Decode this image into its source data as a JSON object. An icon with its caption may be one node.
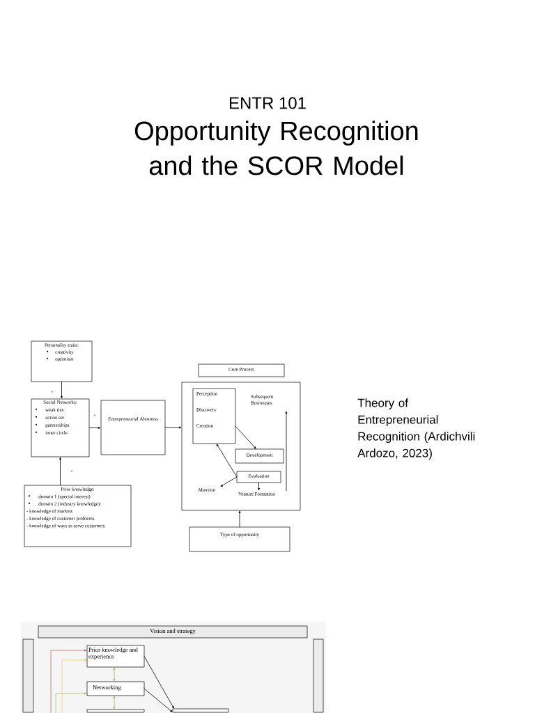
{
  "diagram": {
    "title": "Opportunity Recognition and the SCOR Model",
    "nodes": [
      {
        "text": [
          "Personality traits:",
          "creativity",
          "optimism"
        ]
      },
      {
        "text": [
          "Social Networks:",
          "weak ties",
          "action set",
          "partnerships",
          "inner circle"
        ]
      },
      {
        "text": [
          "Entrepreneurial Alertness"
        ]
      },
      {
        "text": [
          "Prior knowledge:",
          "domain 1 (special interest)",
          "domain 2 (industry knowledge):",
          "- knowledge of markets",
          "- knowledge of customer problems",
          "- knowledge of ways to serve customers"
        ]
      },
      {
        "text": [
          "Core Process"
        ]
      },
      {
        "text": [],
        "shape": "box"
      },
      {
        "text": [
          "Perception",
          "Discovery",
          "Creation"
        ],
        "in": 5
      },
      {
        "text": [
          "Subsequent Businesses"
        ],
        "in": 5
      },
      {
        "text": [
          "Development"
        ],
        "in": 5
      },
      {
        "text": [
          "Evaluation"
        ],
        "in": 5
      },
      {
        "text": [
          "Abortion"
        ],
        "in": 5
      },
      {
        "text": [
          "Venture Formation"
        ],
        "in": 5
      },
      {
        "text": [
          "Type of opportunity"
        ]
      },
      {
        "text": [
          "Vision and strategy"
        ]
      },
      {
        "text": [],
        "shape": "box"
      },
      {
        "text": [],
        "shape": "box"
      },
      {
        "text": [
          "Prior knowledge and experience"
        ]
      },
      {
        "text": [
          "Networking"
        ]
      },
      {
        "text": [],
        "shape": "box"
      },
      {
        "text": [],
        "shape": "box"
      }
    ],
    "edges": [
      {
        "from": 0,
        "to": 1,
        "arrow": "to",
        "label": "+"
      },
      {
        "from": 3,
        "to": 1,
        "arrow": "to",
        "label": "+"
      },
      {
        "from": 1,
        "to": 2,
        "arrow": "to",
        "label": "+"
      },
      {
        "from": 2,
        "to": 5,
        "arrow": "to"
      },
      {
        "from": 6,
        "to": 8,
        "arrow": "to"
      },
      {
        "from": 9,
        "to": 6,
        "arrow": "to"
      },
      {
        "from": 9,
        "to": 10,
        "arrow": "to"
      },
      {
        "from": 9,
        "to": 11,
        "arrow": "to"
      },
      {
        "from": 11,
        "to": 7,
        "arrow": "to"
      },
      {
        "from": 12,
        "to": 5,
        "arrow": "to"
      },
      {
        "from": null,
        "to": 16,
        "arrow": "to",
        "color": "#c0504d"
      },
      {
        "from": null,
        "to": 16,
        "arrow": "to",
        "color": "#f2c84b"
      },
      {
        "from": null,
        "to": 17,
        "arrow": "to",
        "color": "#8fbc5a"
      },
      {
        "from": 16,
        "to": 17,
        "arrow": "both",
        "color": "#8fbc5a"
      },
      {
        "from": 17,
        "to": 18,
        "arrow": "both",
        "color": "#8fbc5a"
      },
      {
        "from": 16,
        "to": 19,
        "arrow": "to"
      },
      {
        "from": 17,
        "to": 19,
        "arrow": "to"
      }
    ],
    "labels": [
      "ENTR 101",
      "Theory of Entrepreneurial Recognition (Ardichvili Ardozo, 2023)"
    ]
  }
}
